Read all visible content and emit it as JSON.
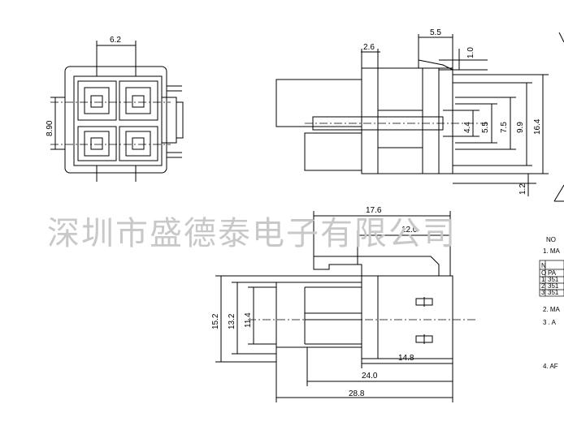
{
  "watermark": "深圳市盛德泰电子有限公司",
  "front_view": {
    "dims": {
      "pitch_h": "6.2",
      "pitch_v": "8.90"
    }
  },
  "side_view": {
    "dims": {
      "d_2_6": "2.6",
      "d_5_5_top": "5.5",
      "d_1_0": "1.0",
      "d_4_4": "4.4",
      "d_5_5": "5.5",
      "d_7_5": "7.5",
      "d_9_9": "9.9",
      "d_16_4": "16.4",
      "d_1_2": "1.2"
    }
  },
  "bottom_view": {
    "dims": {
      "d_17_6": "17.6",
      "d_12_0": "12.0",
      "d_15_2": "15.2",
      "d_13_2": "13.2",
      "d_11_4": "11.4",
      "d_14_8": "14.8",
      "d_24_0": "24.0",
      "d_28_8": "28.8"
    }
  },
  "notes": {
    "lines": [
      "NO",
      "1. MA",
      "2. MA",
      "3 . A",
      "4. AF"
    ],
    "table": {
      "header": [
        "N",
        "O",
        "PA"
      ],
      "rows": [
        [
          "1",
          "351"
        ],
        [
          "2",
          "351"
        ],
        [
          "3",
          "351"
        ]
      ]
    }
  }
}
